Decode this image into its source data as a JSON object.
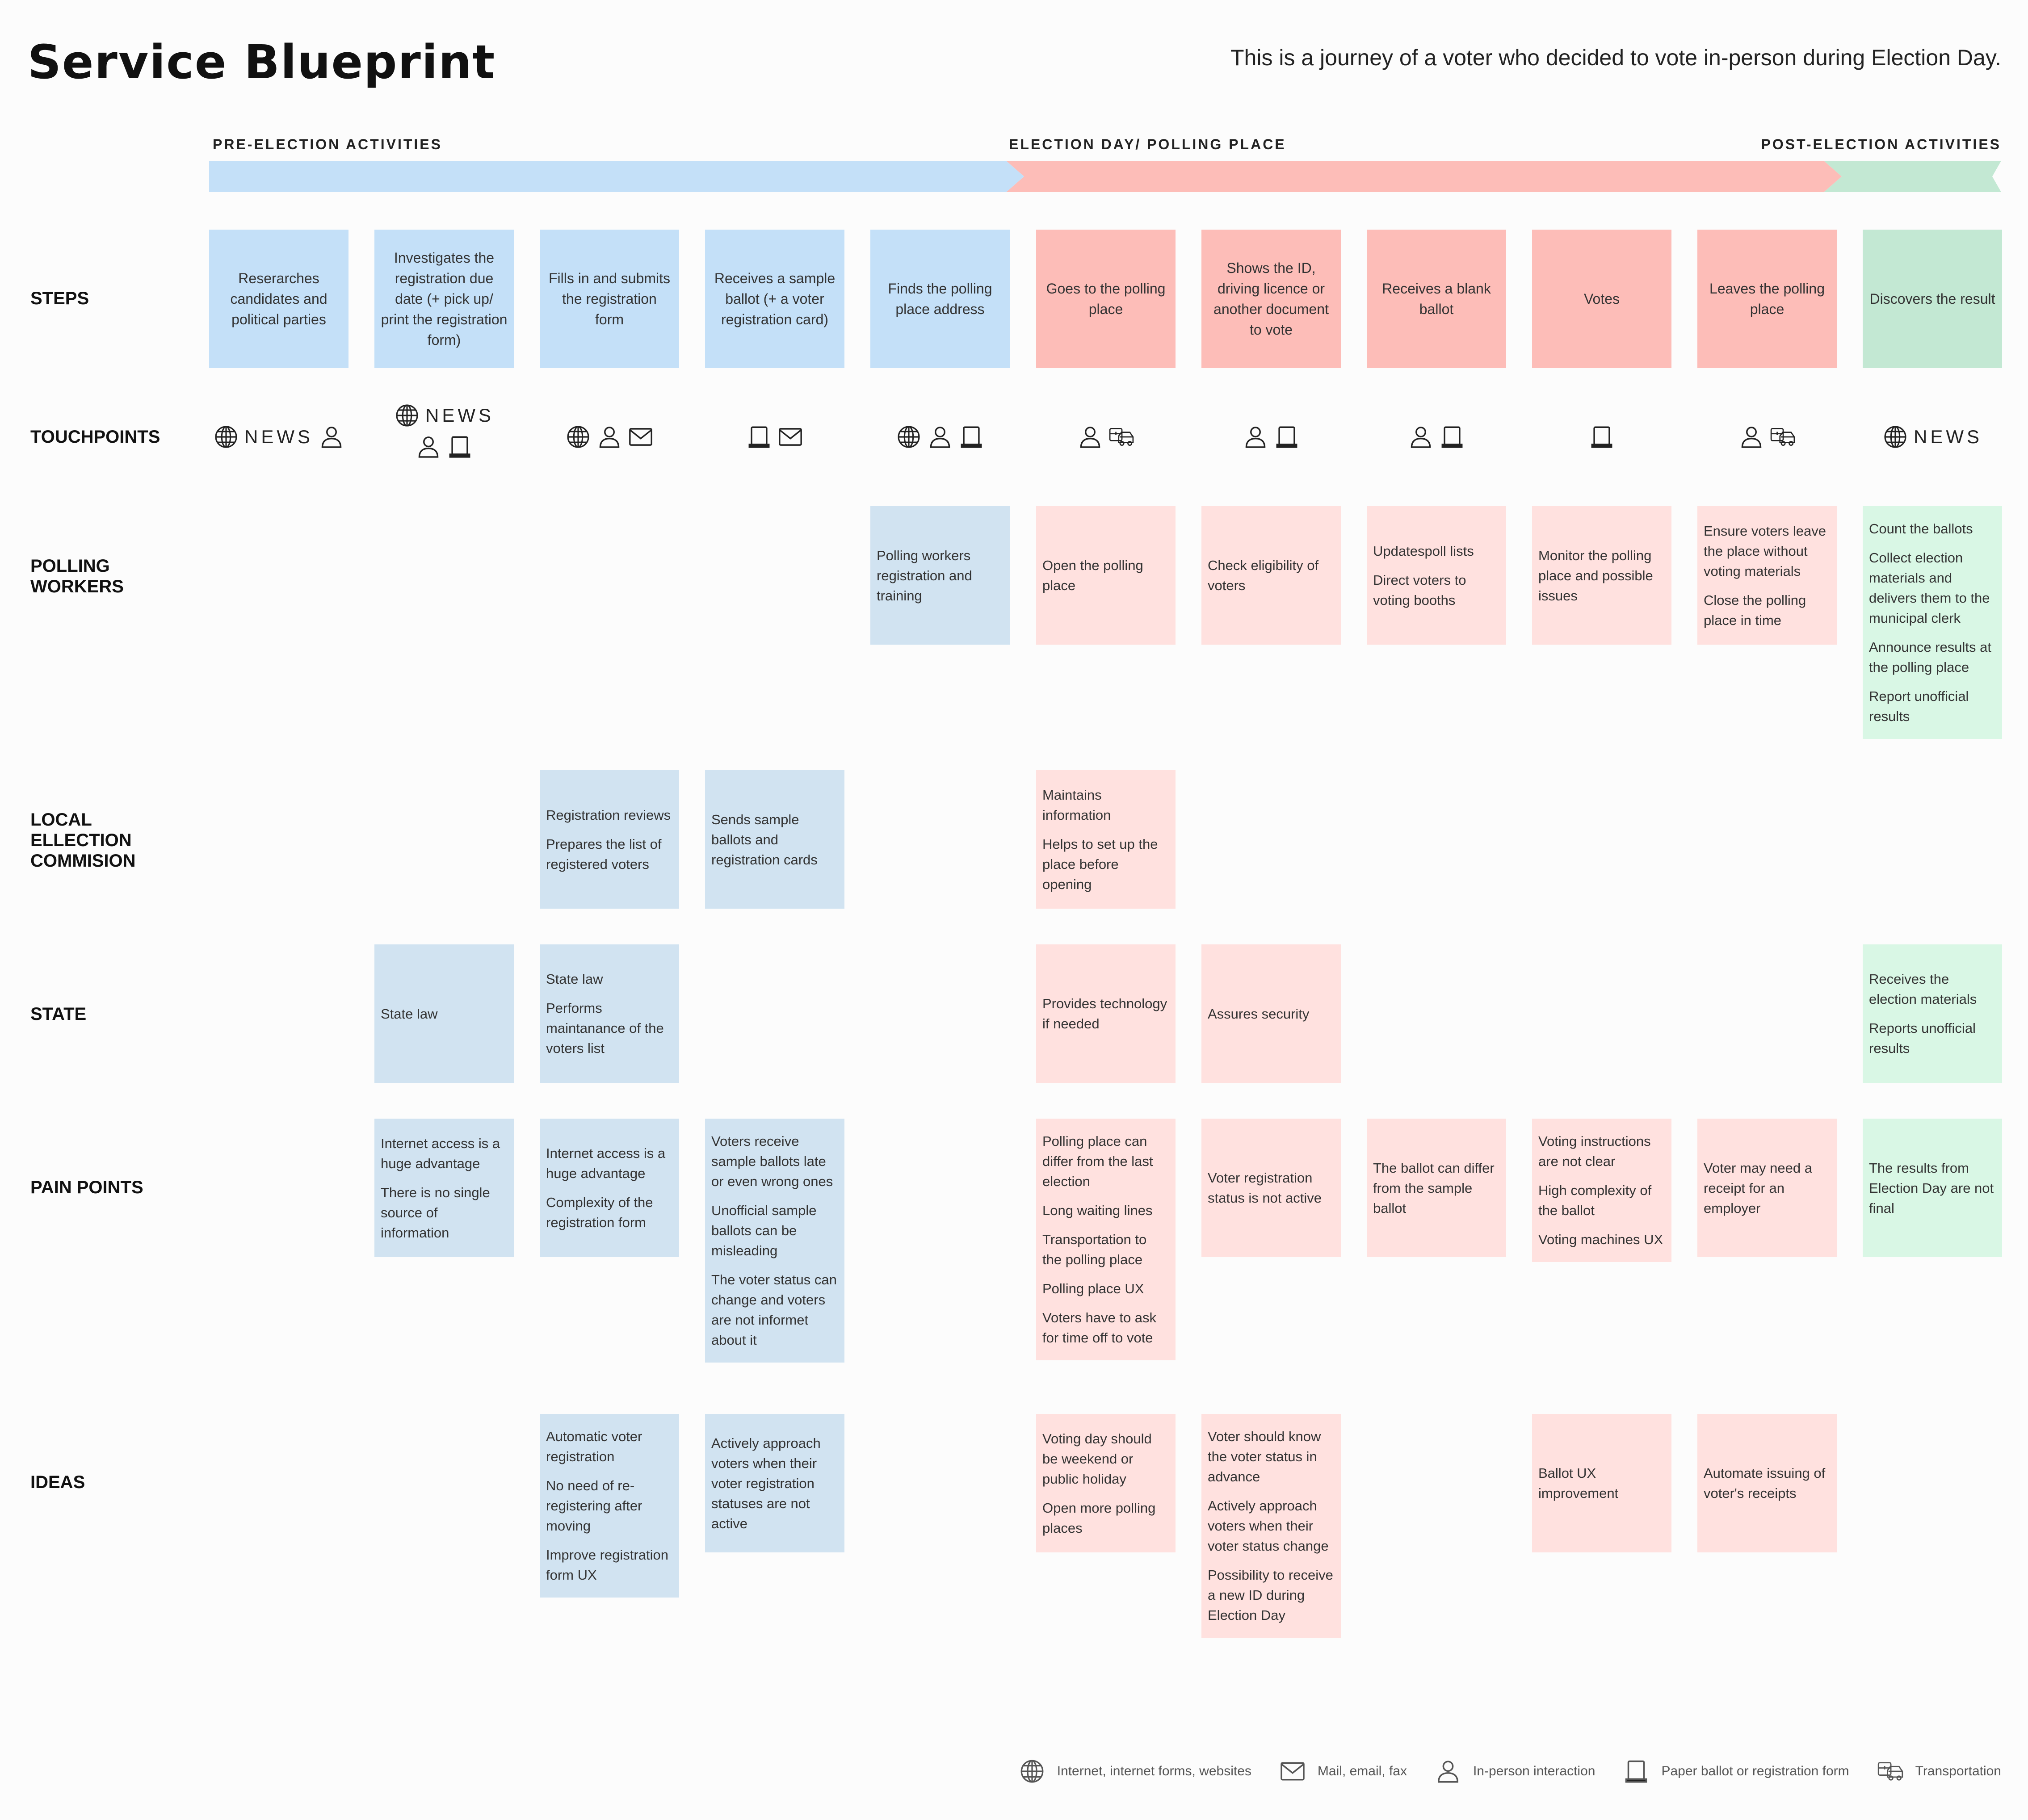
{
  "header": {
    "title": "Service Blueprint",
    "subtitle": "This is a journey of a voter who decided to vote in-person during Election Day."
  },
  "phases": [
    {
      "label": "PRE-ELECTION ACTIVITIES",
      "color": "#c4e0f8"
    },
    {
      "label": "ELECTION DAY/ POLLING PLACE",
      "color": "#fdbdb8"
    },
    {
      "label": "POST-ELECTION ACTIVITIES",
      "color": "#c3e8d3"
    }
  ],
  "row_labels": {
    "steps": "STEPS",
    "touchpoints": "TOUCHPOINTS",
    "polling_workers": "POLLING WORKERS",
    "local_election_commission": "LOCAL ELLECTION COMMISION",
    "state": "STATE",
    "pain_points": "PAIN POINTS",
    "ideas": "IDEAS"
  },
  "colors": {
    "pre_step": "#c4e0f8",
    "pre_note": "#d1e3f1",
    "day_step": "#fdbdb8",
    "day_note": "#ffe1df",
    "post_step": "#c3e8d3",
    "post_note": "#d9f7e5"
  },
  "steps": [
    "Reserarches candidates and political parties",
    "Investigates the registration due date (+ pick up/ print the registration form)",
    "Fills in and submits the registration form",
    "Receives a sample ballot (+ a voter registration card)",
    "Finds the polling place address",
    "Goes to the polling place",
    "Shows the ID, driving licence or another document to vote",
    "Receives a blank ballot",
    "Votes",
    "Leaves the polling place",
    "Discovers the result"
  ],
  "touchpoints": [
    [
      "internet-icon",
      "NEWS",
      "person-icon"
    ],
    [
      "internet-icon",
      "NEWS",
      "|",
      "person-icon",
      "ballot-icon"
    ],
    [
      "internet-icon",
      "person-icon",
      "mail-icon"
    ],
    [
      "ballot-icon",
      "mail-icon"
    ],
    [
      "internet-icon",
      "person-icon",
      "ballot-icon"
    ],
    [
      "person-icon",
      "transport-icon"
    ],
    [
      "person-icon",
      "ballot-icon"
    ],
    [
      "person-icon",
      "ballot-icon"
    ],
    [
      "ballot-icon"
    ],
    [
      "person-icon",
      "transport-icon"
    ],
    [
      "internet-icon",
      "NEWS"
    ]
  ],
  "polling_workers": {
    "4": [
      "Polling workers registration and training"
    ],
    "5": [
      "Open the polling place"
    ],
    "6": [
      "Check eligibility of voters"
    ],
    "7": [
      "Updatespoll lists",
      "Direct voters to voting booths"
    ],
    "8": [
      "Monitor the polling place and possible issues"
    ],
    "9": [
      "Ensure voters leave the place without voting materials",
      "Close the polling place in time"
    ],
    "10": [
      "Count the ballots",
      "Collect election materials and delivers them to the municipal clerk",
      "Announce results at the polling place",
      "Report unofficial results"
    ]
  },
  "local_election_commission": {
    "2": [
      "Registration reviews",
      "Prepares the list of registered voters"
    ],
    "3": [
      "Sends sample ballots and registration cards"
    ],
    "5": [
      "Maintains information",
      "Helps to set up the place before opening"
    ]
  },
  "state": {
    "1": [
      "State law"
    ],
    "2": [
      "State law",
      "Performs maintanance of the voters list"
    ],
    "5": [
      "Provides technology if needed"
    ],
    "6": [
      "Assures security"
    ],
    "10": [
      "Receives the election materials",
      "Reports unofficial results"
    ]
  },
  "pain_points": {
    "1": [
      "Internet access is a huge advantage",
      "There is no single source of information"
    ],
    "2": [
      "Internet access is a huge advantage",
      "Complexity of the registration form"
    ],
    "3": [
      "Voters receive sample ballots late or even wrong ones",
      "Unofficial sample ballots can be misleading",
      "The voter status can change and voters are not informet about it"
    ],
    "5": [
      "Polling place can differ from the last election",
      "Long waiting lines",
      "Transportation to the polling place",
      "Polling place UX",
      "Voters have to ask for time off to vote"
    ],
    "6": [
      "Voter registration status is not active"
    ],
    "7": [
      "The ballot can differ from the sample ballot"
    ],
    "8": [
      "Voting instructions are not clear",
      "High complexity of the ballot",
      "Voting machines UX"
    ],
    "9": [
      "Voter may need a receipt for an employer"
    ],
    "10": [
      "The results from Election Day are not final"
    ]
  },
  "ideas": {
    "2": [
      "Automatic voter registration",
      "No need of re-registering after moving",
      "Improve registration form UX"
    ],
    "3": [
      "Actively approach voters when their voter registration statuses are not active"
    ],
    "5": [
      "Voting day should be weekend or public holiday",
      "Open more polling places"
    ],
    "6": [
      "Voter should know the voter status in advance",
      "Actively approach voters when their voter status change",
      "Possibility to receive a new ID during Election Day"
    ],
    "8": [
      "Ballot UX improvement"
    ],
    "9": [
      "Automate issuing of voter's receipts"
    ]
  },
  "legend": [
    {
      "icon": "internet-icon",
      "label": "Internet, internet forms, websites"
    },
    {
      "icon": "mail-icon",
      "label": "Mail, email, fax"
    },
    {
      "icon": "person-icon",
      "label": "In-person interaction"
    },
    {
      "icon": "ballot-icon",
      "label": "Paper ballot or registration form"
    },
    {
      "icon": "transport-icon",
      "label": "Transportation"
    }
  ]
}
